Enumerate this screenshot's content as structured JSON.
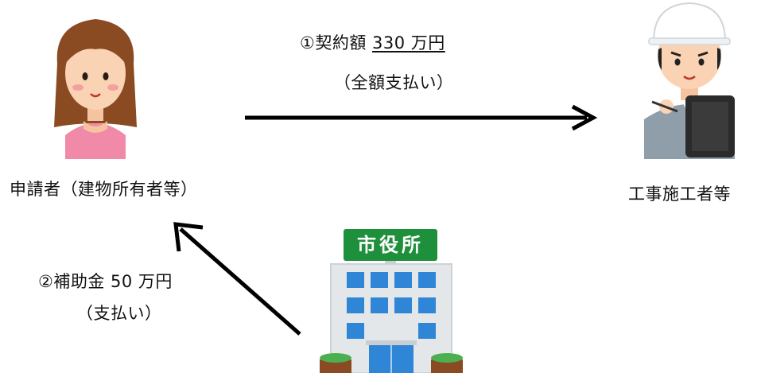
{
  "applicant": {
    "label": "申請者（建物所有者等）"
  },
  "contractor": {
    "label": "工事施工者等"
  },
  "city_hall": {
    "sign": "市役所"
  },
  "flow_contract": {
    "prefix": "①契約額 ",
    "amount": "330 万円",
    "note": "（全額支払い）"
  },
  "flow_subsidy": {
    "line1": "②補助金 50 万円",
    "note": "（支払い）"
  },
  "colors": {
    "applicant_shirt": "#f08aa8",
    "hair": "#8a4a22",
    "worker_uniform": "#8f9ea8",
    "building_blue": "#2f86d6",
    "sign_green": "#1e8f3a"
  }
}
